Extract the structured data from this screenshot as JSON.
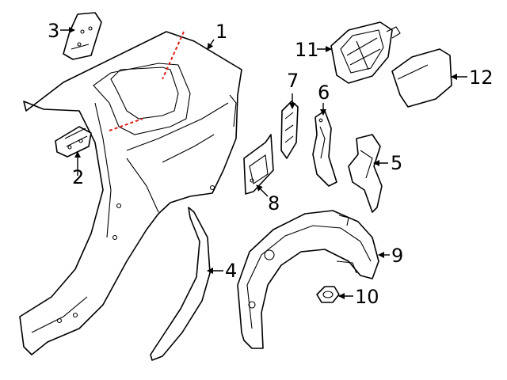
{
  "diagram": {
    "callouts": [
      {
        "id": "1",
        "label": "1"
      },
      {
        "id": "2",
        "label": "2"
      },
      {
        "id": "3",
        "label": "3"
      },
      {
        "id": "4",
        "label": "4"
      },
      {
        "id": "5",
        "label": "5"
      },
      {
        "id": "6",
        "label": "6"
      },
      {
        "id": "7",
        "label": "7"
      },
      {
        "id": "8",
        "label": "8"
      },
      {
        "id": "9",
        "label": "9"
      },
      {
        "id": "10",
        "label": "10"
      },
      {
        "id": "11",
        "label": "11"
      },
      {
        "id": "12",
        "label": "12"
      }
    ],
    "colors": {
      "line": "#000000",
      "cut_line": "#e0201b",
      "background": "#ffffff"
    }
  }
}
